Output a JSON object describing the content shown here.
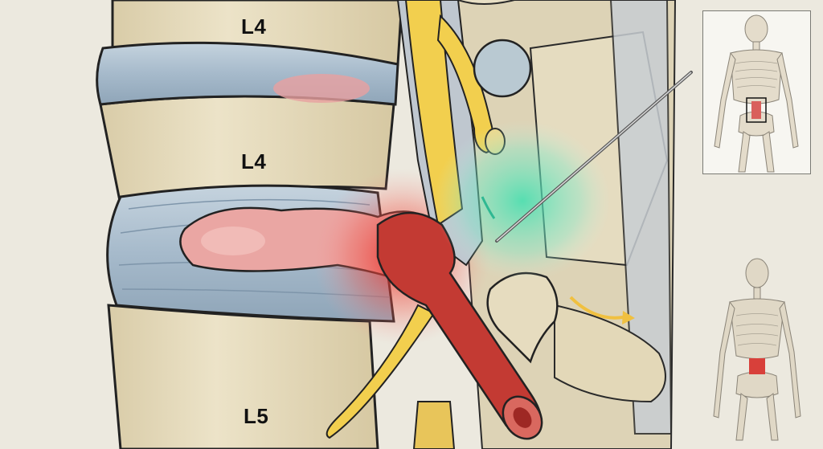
{
  "diagram": {
    "subject": "Lumbar spine — herniated intervertebral disc compressing nerve root",
    "vertebra_labels": [
      {
        "id": "top",
        "text": "L4"
      },
      {
        "id": "middle",
        "text": "L4"
      },
      {
        "id": "bottom",
        "text": "L5"
      }
    ],
    "colors": {
      "bone": "#e6dcbf",
      "bone_shadow": "#cbbd98",
      "disc_blue": "#a9bccb",
      "disc_herniation": "#e8a0a0",
      "inflammation_red": "#e0302a",
      "nerve_yellow": "#f2cf4e",
      "blood_vessel": "#b7302c",
      "injection_zone_green": "#5fd8b0",
      "background": "#ece9df"
    },
    "elements": [
      "herniated-disc",
      "compressed-nerve-root",
      "inflamed-region",
      "spinal-cord",
      "injection-needle",
      "medication-spread-zone",
      "flow-arrow"
    ],
    "insets": [
      {
        "id": "front-view",
        "view": "anterior skeleton",
        "highlight": "lumbar region boxed"
      },
      {
        "id": "back-view",
        "view": "posterior skeleton",
        "highlight": "lumbar region red"
      }
    ]
  }
}
